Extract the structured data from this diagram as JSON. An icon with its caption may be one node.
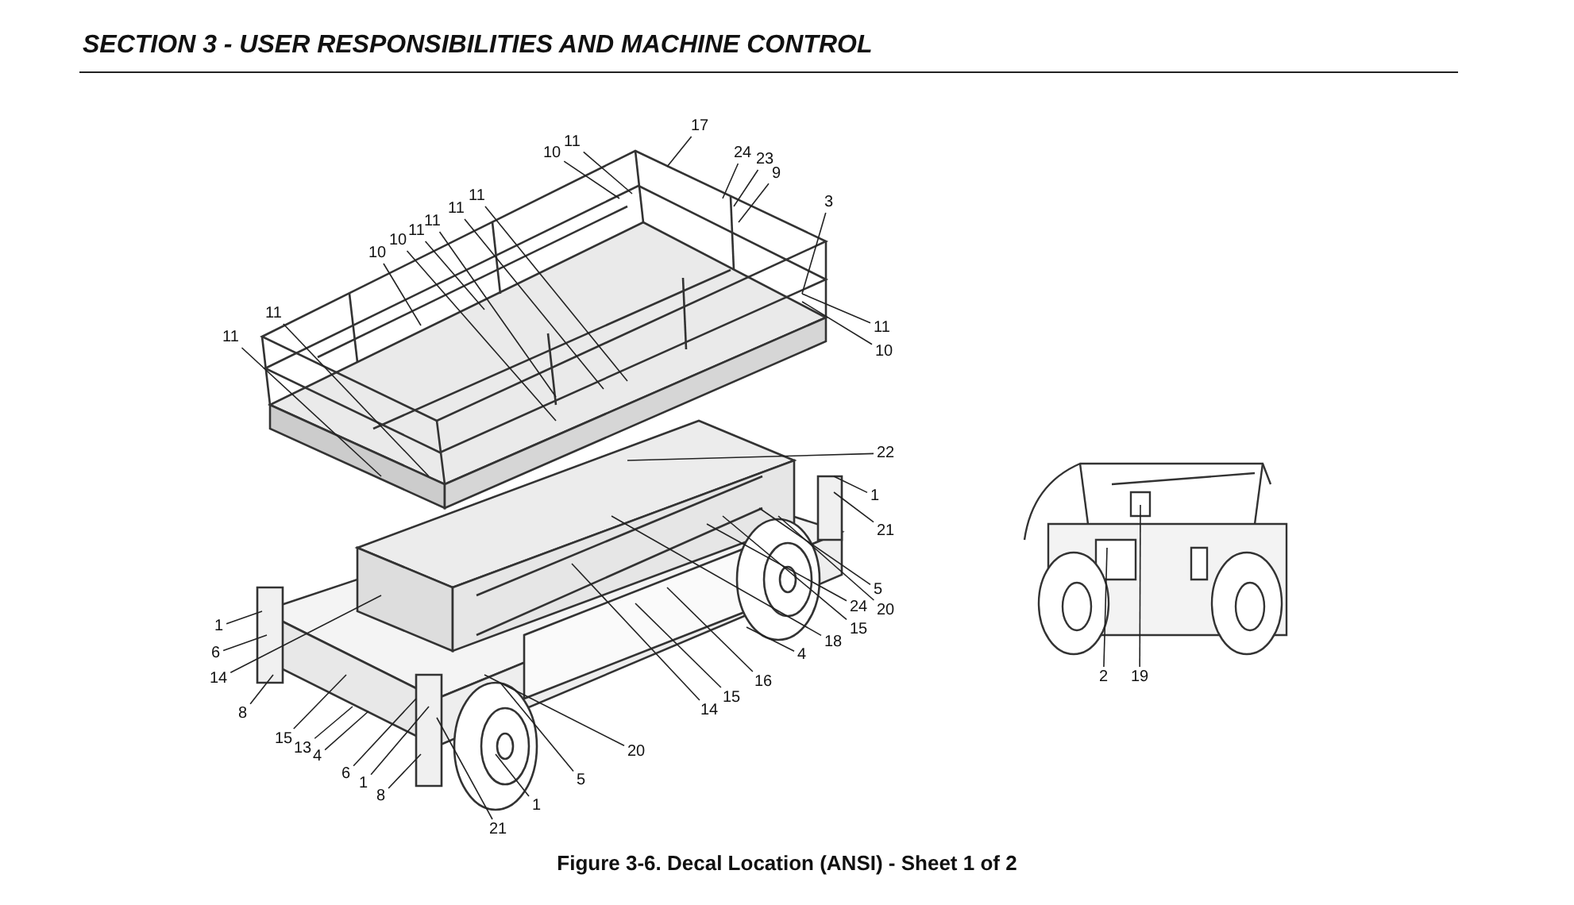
{
  "diagram": {
    "title": "SECTION 3 - USER RESPONSIBILITIES AND MACHINE CONTROL",
    "caption": "Figure 3-6. Decal Location (ANSI) - Sheet 1 of 2",
    "nodes": [
      {
        "text": [
          "17"
        ]
      },
      {
        "text": [
          "11"
        ]
      },
      {
        "text": [
          "10"
        ]
      },
      {
        "text": [
          "24"
        ]
      },
      {
        "text": [
          "23"
        ]
      },
      {
        "text": [
          "9"
        ]
      },
      {
        "text": [
          "11"
        ]
      },
      {
        "text": [
          "3"
        ]
      },
      {
        "text": [
          "11"
        ]
      },
      {
        "text": [
          "11"
        ]
      },
      {
        "text": [
          "11"
        ]
      },
      {
        "text": [
          "10"
        ]
      },
      {
        "text": [
          "10"
        ]
      },
      {
        "text": [
          "11"
        ]
      },
      {
        "text": [
          "11"
        ]
      },
      {
        "text": [
          "11"
        ]
      },
      {
        "text": [
          "10"
        ]
      },
      {
        "text": [
          "22"
        ]
      },
      {
        "text": [
          "1"
        ]
      },
      {
        "text": [
          "21"
        ]
      },
      {
        "text": [
          "5"
        ]
      },
      {
        "text": [
          "24"
        ]
      },
      {
        "text": [
          "20"
        ]
      },
      {
        "text": [
          "15"
        ]
      },
      {
        "text": [
          "18"
        ]
      },
      {
        "text": [
          "4"
        ]
      },
      {
        "text": [
          "16"
        ]
      },
      {
        "text": [
          "15"
        ]
      },
      {
        "text": [
          "14"
        ]
      },
      {
        "text": [
          "1"
        ]
      },
      {
        "text": [
          "6"
        ]
      },
      {
        "text": [
          "14"
        ]
      },
      {
        "text": [
          "8"
        ]
      },
      {
        "text": [
          "15"
        ]
      },
      {
        "text": [
          "13"
        ]
      },
      {
        "text": [
          "4"
        ]
      },
      {
        "text": [
          "20"
        ]
      },
      {
        "text": [
          "6"
        ]
      },
      {
        "text": [
          "1"
        ]
      },
      {
        "text": [
          "5"
        ]
      },
      {
        "text": [
          "8"
        ]
      },
      {
        "text": [
          "1"
        ]
      },
      {
        "text": [
          "21"
        ]
      },
      {
        "text": [
          "2"
        ]
      },
      {
        "text": [
          "19"
        ]
      }
    ],
    "edges": [
      {
        "from": 0,
        "to": null,
        "arrow": "none"
      },
      {
        "from": 1,
        "to": null,
        "arrow": "none"
      },
      {
        "from": 2,
        "to": null,
        "arrow": "none"
      },
      {
        "from": 3,
        "to": null,
        "arrow": "none"
      },
      {
        "from": 4,
        "to": null,
        "arrow": "none"
      },
      {
        "from": 5,
        "to": null,
        "arrow": "none"
      },
      {
        "from": 6,
        "to": null,
        "arrow": "none"
      },
      {
        "from": 7,
        "to": null,
        "arrow": "none"
      },
      {
        "from": 8,
        "to": null,
        "arrow": "none"
      },
      {
        "from": 9,
        "to": null,
        "arrow": "none"
      },
      {
        "from": 10,
        "to": null,
        "arrow": "none"
      },
      {
        "from": 11,
        "to": null,
        "arrow": "none"
      },
      {
        "from": 12,
        "to": null,
        "arrow": "none"
      },
      {
        "from": 13,
        "to": null,
        "arrow": "none"
      },
      {
        "from": 14,
        "to": null,
        "arrow": "none"
      },
      {
        "from": 15,
        "to": null,
        "arrow": "none"
      },
      {
        "from": 16,
        "to": null,
        "arrow": "none"
      },
      {
        "from": 17,
        "to": null,
        "arrow": "none"
      },
      {
        "from": 18,
        "to": null,
        "arrow": "none"
      },
      {
        "from": 19,
        "to": null,
        "arrow": "none"
      },
      {
        "from": 20,
        "to": null,
        "arrow": "none"
      },
      {
        "from": 21,
        "to": null,
        "arrow": "none"
      },
      {
        "from": 22,
        "to": null,
        "arrow": "none"
      },
      {
        "from": 23,
        "to": null,
        "arrow": "none"
      },
      {
        "from": 24,
        "to": null,
        "arrow": "none"
      },
      {
        "from": 25,
        "to": null,
        "arrow": "none"
      },
      {
        "from": 26,
        "to": null,
        "arrow": "none"
      },
      {
        "from": 27,
        "to": null,
        "arrow": "none"
      },
      {
        "from": 28,
        "to": null,
        "arrow": "none"
      },
      {
        "from": 29,
        "to": null,
        "arrow": "none"
      },
      {
        "from": 30,
        "to": null,
        "arrow": "none"
      },
      {
        "from": 31,
        "to": null,
        "arrow": "none"
      },
      {
        "from": 32,
        "to": null,
        "arrow": "none"
      },
      {
        "from": 33,
        "to": null,
        "arrow": "none"
      },
      {
        "from": 34,
        "to": null,
        "arrow": "none"
      },
      {
        "from": 35,
        "to": null,
        "arrow": "none"
      },
      {
        "from": 36,
        "to": null,
        "arrow": "none"
      },
      {
        "from": 37,
        "to": null,
        "arrow": "none"
      },
      {
        "from": 38,
        "to": null,
        "arrow": "none"
      },
      {
        "from": 39,
        "to": null,
        "arrow": "none"
      },
      {
        "from": 40,
        "to": null,
        "arrow": "none"
      },
      {
        "from": 41,
        "to": null,
        "arrow": "none"
      },
      {
        "from": 42,
        "to": null,
        "arrow": "none"
      },
      {
        "from": 43,
        "to": null,
        "arrow": "none"
      },
      {
        "from": 44,
        "to": null,
        "arrow": "none"
      }
    ]
  }
}
